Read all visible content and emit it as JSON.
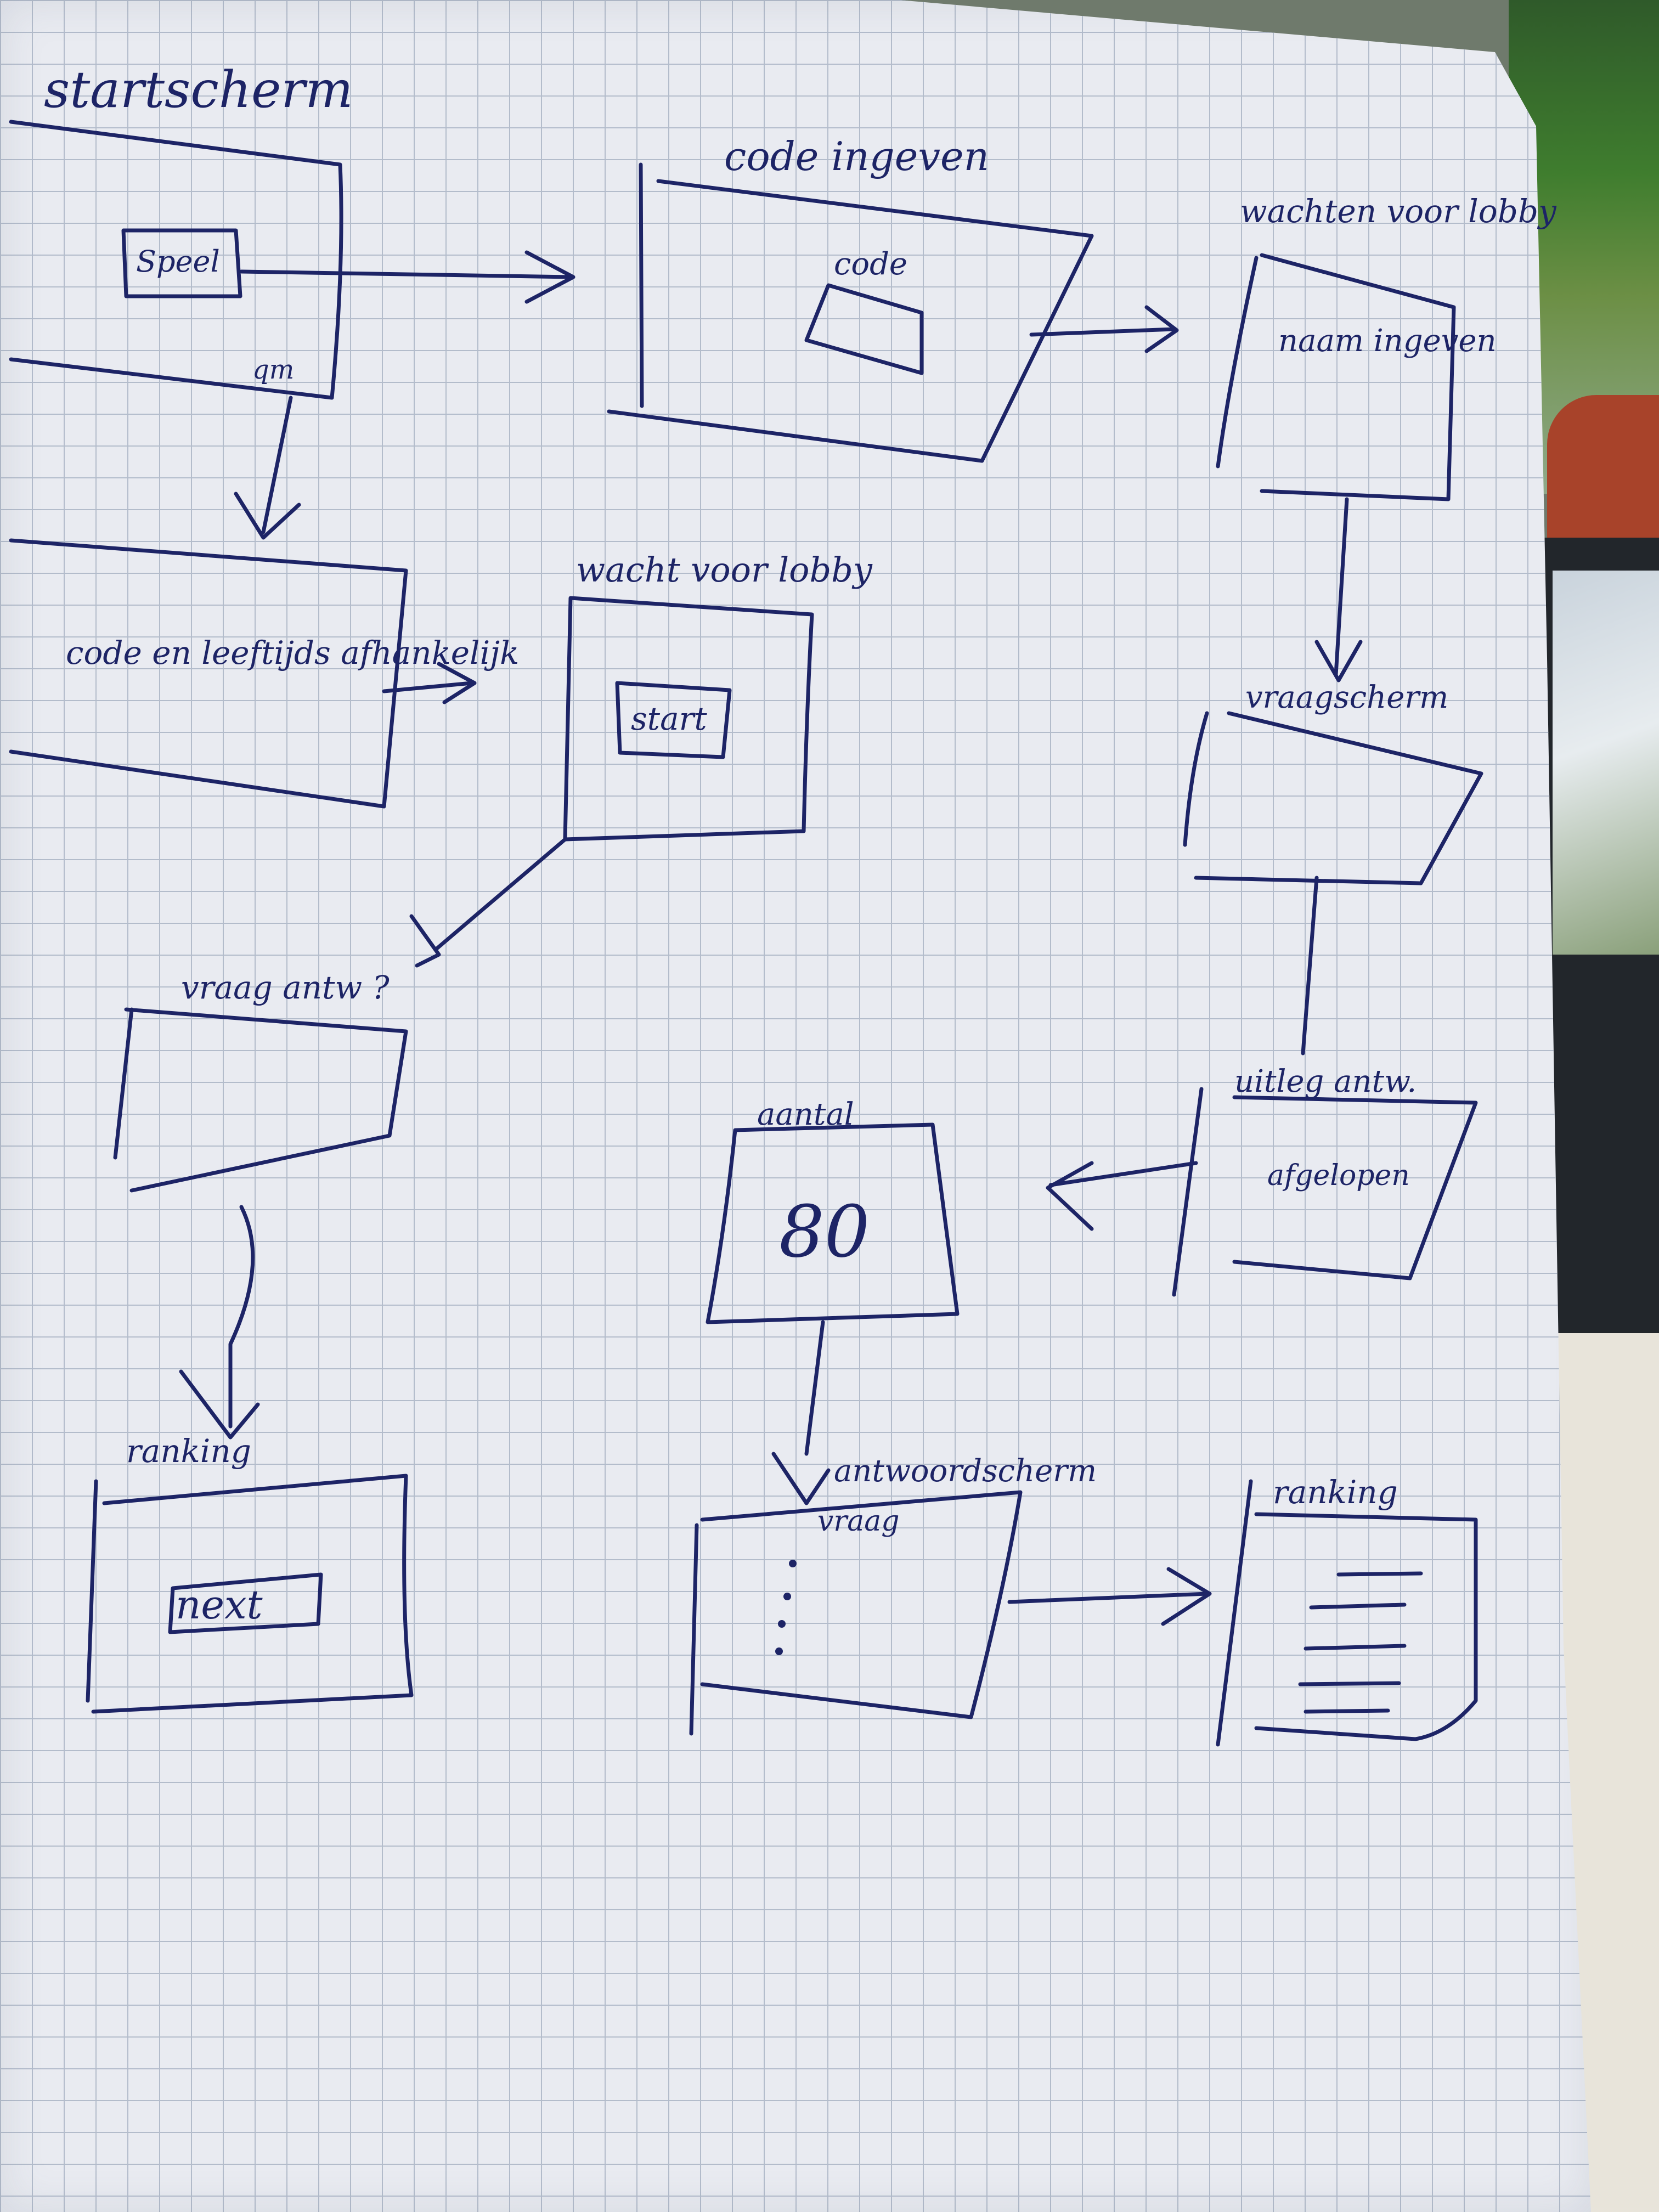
{
  "title": "startscherm",
  "screens": {
    "startscherm": {
      "title": "startscherm",
      "button": "Speel",
      "link": "qm"
    },
    "code_ingeven": {
      "title": "code ingeven",
      "field": "code"
    },
    "wachten_lobby_top": {
      "title": "wachten voor lobby",
      "field": "naam ingeven"
    },
    "code_leeftijds": {
      "label": "code en leeftijds afhankelijk"
    },
    "wacht_voor_lobby": {
      "title": "wacht voor lobby",
      "button": "start"
    },
    "vraagscherm": {
      "title": "vraagscherm"
    },
    "vraag_antw": {
      "title": "vraag antw ?"
    },
    "aantal": {
      "title": "aantal",
      "value": "80"
    },
    "antwoord_afgelopen": {
      "title": "uitleg antw.",
      "label": "afgelopen"
    },
    "ranking_left": {
      "title": "ranking",
      "button": "next"
    },
    "antwoordscherm": {
      "title": "antwoordscherm",
      "label": "vraag"
    },
    "ranking_right": {
      "title": "ranking"
    }
  },
  "colors": {
    "ink": "#1d2466",
    "paper": "#e9ebf1",
    "grid": "#b3bccb"
  }
}
